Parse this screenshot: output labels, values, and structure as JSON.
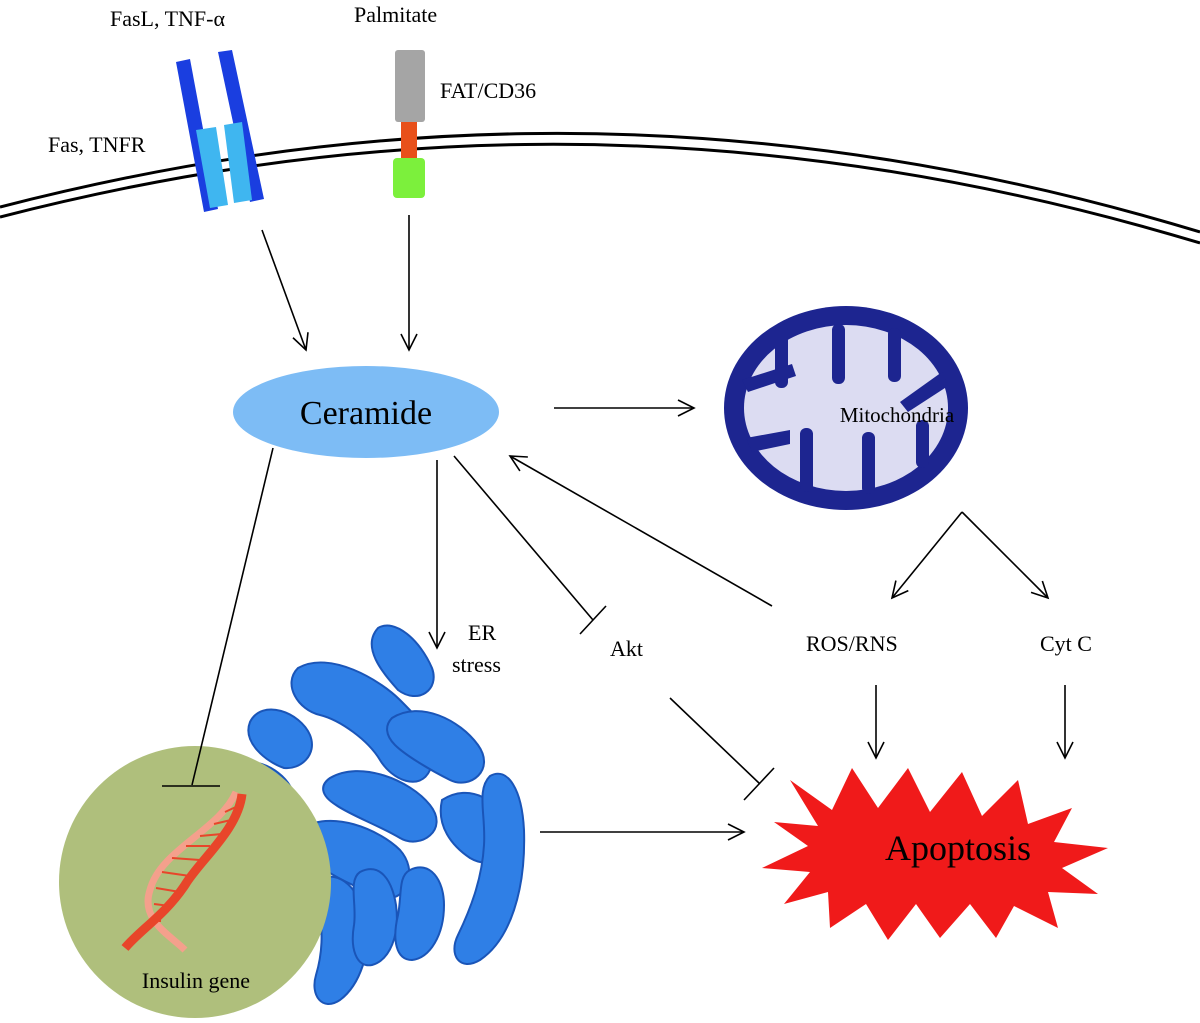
{
  "labels": {
    "fasl_tnf": "FasL, TNF-α",
    "palmitate": "Palmitate",
    "fat_cd36": "FAT/CD36",
    "fas_tnfr": "Fas, TNFR",
    "ceramide": "Ceramide",
    "mitochondria": "Mitochondria",
    "er_line1": "ER",
    "er_line2": "stress",
    "akt": "Akt",
    "ros_rns": "ROS/RNS",
    "cyt_c": "Cyt C",
    "apoptosis": "Apoptosis",
    "insulin_gene": "Insulin gene"
  },
  "colors": {
    "receptor_dark": "#1a3ee0",
    "receptor_light": "#3fb6f0",
    "cd36_gray": "#a5a5a5",
    "cd36_orange": "#e8501a",
    "cd36_green": "#7cf03c",
    "ceramide": "#7dbcf5",
    "mito_outer": "#1d2590",
    "mito_inner": "#dcdcf2",
    "er": "#2f7fe6",
    "nucleus": "#afbf7c",
    "dna": "#e8452a",
    "apoptosis": "#f01a1a"
  }
}
